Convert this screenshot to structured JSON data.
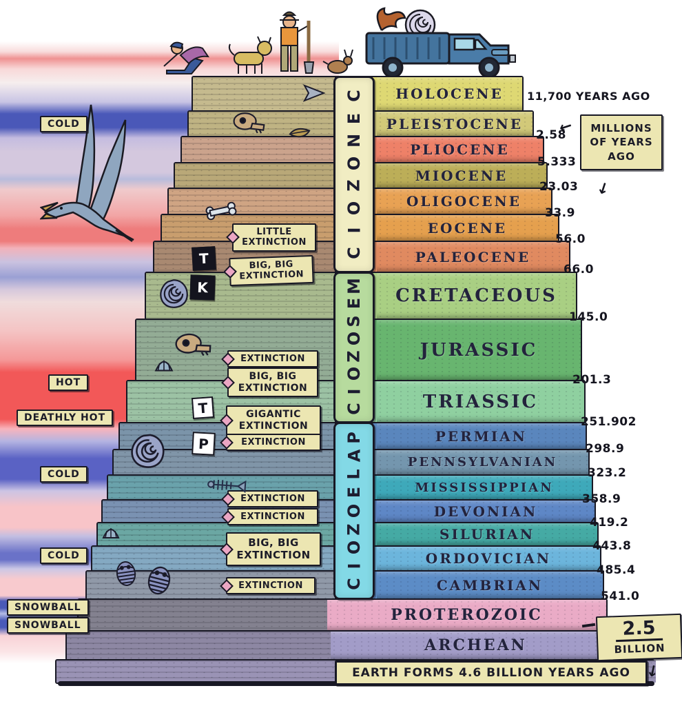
{
  "title_note": {
    "mya_note": "MILLIONS OF YEARS AGO",
    "billion_value": "2.5",
    "billion_unit": "BILLION",
    "earth_banner": "EARTH FORMS 4.6 BILLION YEARS AGO"
  },
  "eras": [
    {
      "name": "CENOZOIC",
      "color": "#f1edc3"
    },
    {
      "name": "MESOZOIC",
      "color": "#b7db9e"
    },
    {
      "name": "PALEOZOIC",
      "color": "#83d9e6"
    }
  ],
  "periods": [
    {
      "name": "HOLOCENE",
      "boundary": "11,700 YEARS AGO",
      "color": "#ded873"
    },
    {
      "name": "PLEISTOCENE",
      "boundary": "2.58",
      "color": "#d2c979"
    },
    {
      "name": "PLIOCENE",
      "boundary": "5.333",
      "color": "#ee8168"
    },
    {
      "name": "MIOCENE",
      "boundary": "23.03",
      "color": "#bcae58"
    },
    {
      "name": "OLIGOCENE",
      "boundary": "33.9",
      "color": "#e8a254"
    },
    {
      "name": "EOCENE",
      "boundary": "56.0",
      "color": "#e5a04e"
    },
    {
      "name": "PALEOCENE",
      "boundary": "66.0",
      "color": "#e08a60"
    },
    {
      "name": "CRETACEOUS",
      "boundary": "145.0",
      "color": "#a9cf83"
    },
    {
      "name": "JURASSIC",
      "boundary": "201.3",
      "color": "#68b56f"
    },
    {
      "name": "TRIASSIC",
      "boundary": "251.902",
      "color": "#8fd0a0"
    },
    {
      "name": "PERMIAN",
      "boundary": "298.9",
      "color": "#5a86bd"
    },
    {
      "name": "PENNSYLVANIAN",
      "boundary": "323.2",
      "color": "#7496ae"
    },
    {
      "name": "MISSISSIPPIAN",
      "boundary": "358.9",
      "color": "#3ea9ba"
    },
    {
      "name": "DEVONIAN",
      "boundary": "419.2",
      "color": "#5e87c6"
    },
    {
      "name": "SILURIAN",
      "boundary": "443.8",
      "color": "#45aaa4"
    },
    {
      "name": "ORDOVICIAN",
      "boundary": "485.4",
      "color": "#6cb5dc"
    },
    {
      "name": "CAMBRIAN",
      "boundary": "541.0",
      "color": "#5c8cc6"
    },
    {
      "name": "PROTEROZOIC",
      "boundary": "2.5 BILLION",
      "color": "#eaabc6"
    },
    {
      "name": "ARCHEAN",
      "boundary": "",
      "color": "#a29cc8"
    }
  ],
  "climate_labels": [
    "COLD",
    "HOT",
    "DEATHLY HOT",
    "COLD",
    "COLD",
    "SNOWBALL",
    "SNOWBALL"
  ],
  "extinctions": [
    "LITTLE EXTINCTION",
    "BIG, BIG EXTINCTION",
    "EXTINCTION",
    "BIG, BIG EXTINCTION",
    "GIGANTIC EXTINCTION",
    "EXTINCTION",
    "EXTINCTION",
    "EXTINCTION",
    "BIG, BIG EXTINCTION",
    "EXTINCTION"
  ],
  "boundary_markers": [
    {
      "label": "T",
      "style": "dark"
    },
    {
      "label": "K",
      "style": "dark"
    },
    {
      "label": "T",
      "style": "light"
    },
    {
      "label": "P",
      "style": "light"
    }
  ]
}
